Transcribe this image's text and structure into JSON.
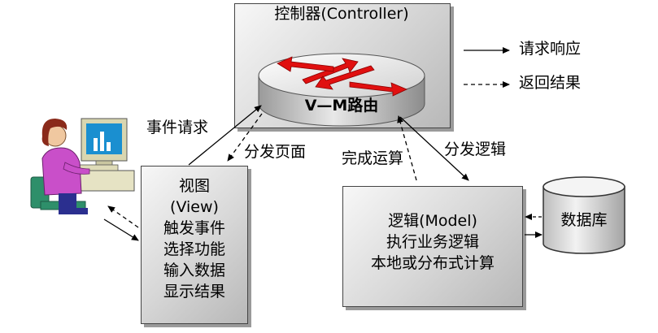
{
  "controller": {
    "title": "控制器(Controller)",
    "router_label": "V—M路由"
  },
  "view": {
    "lines": [
      "视图",
      "(View)",
      "触发事件",
      "选择功能",
      "输入数据",
      "显示结果"
    ]
  },
  "model": {
    "lines": [
      "逻辑(Model)",
      "执行业务逻辑",
      "本地或分布式计算"
    ]
  },
  "database": {
    "label": "数据库"
  },
  "arrow_labels": {
    "event_request": "事件请求",
    "dispatch_page": "分发页面",
    "complete_compute": "完成运算",
    "dispatch_logic": "分发逻辑"
  },
  "legend": {
    "solid_label": "请求响应",
    "dashed_label": "返回结果"
  },
  "colors": {
    "router_arrow": "#e01010",
    "box_gradient_light": "#f7f7f7",
    "box_gradient_dark": "#b8b8b8"
  }
}
